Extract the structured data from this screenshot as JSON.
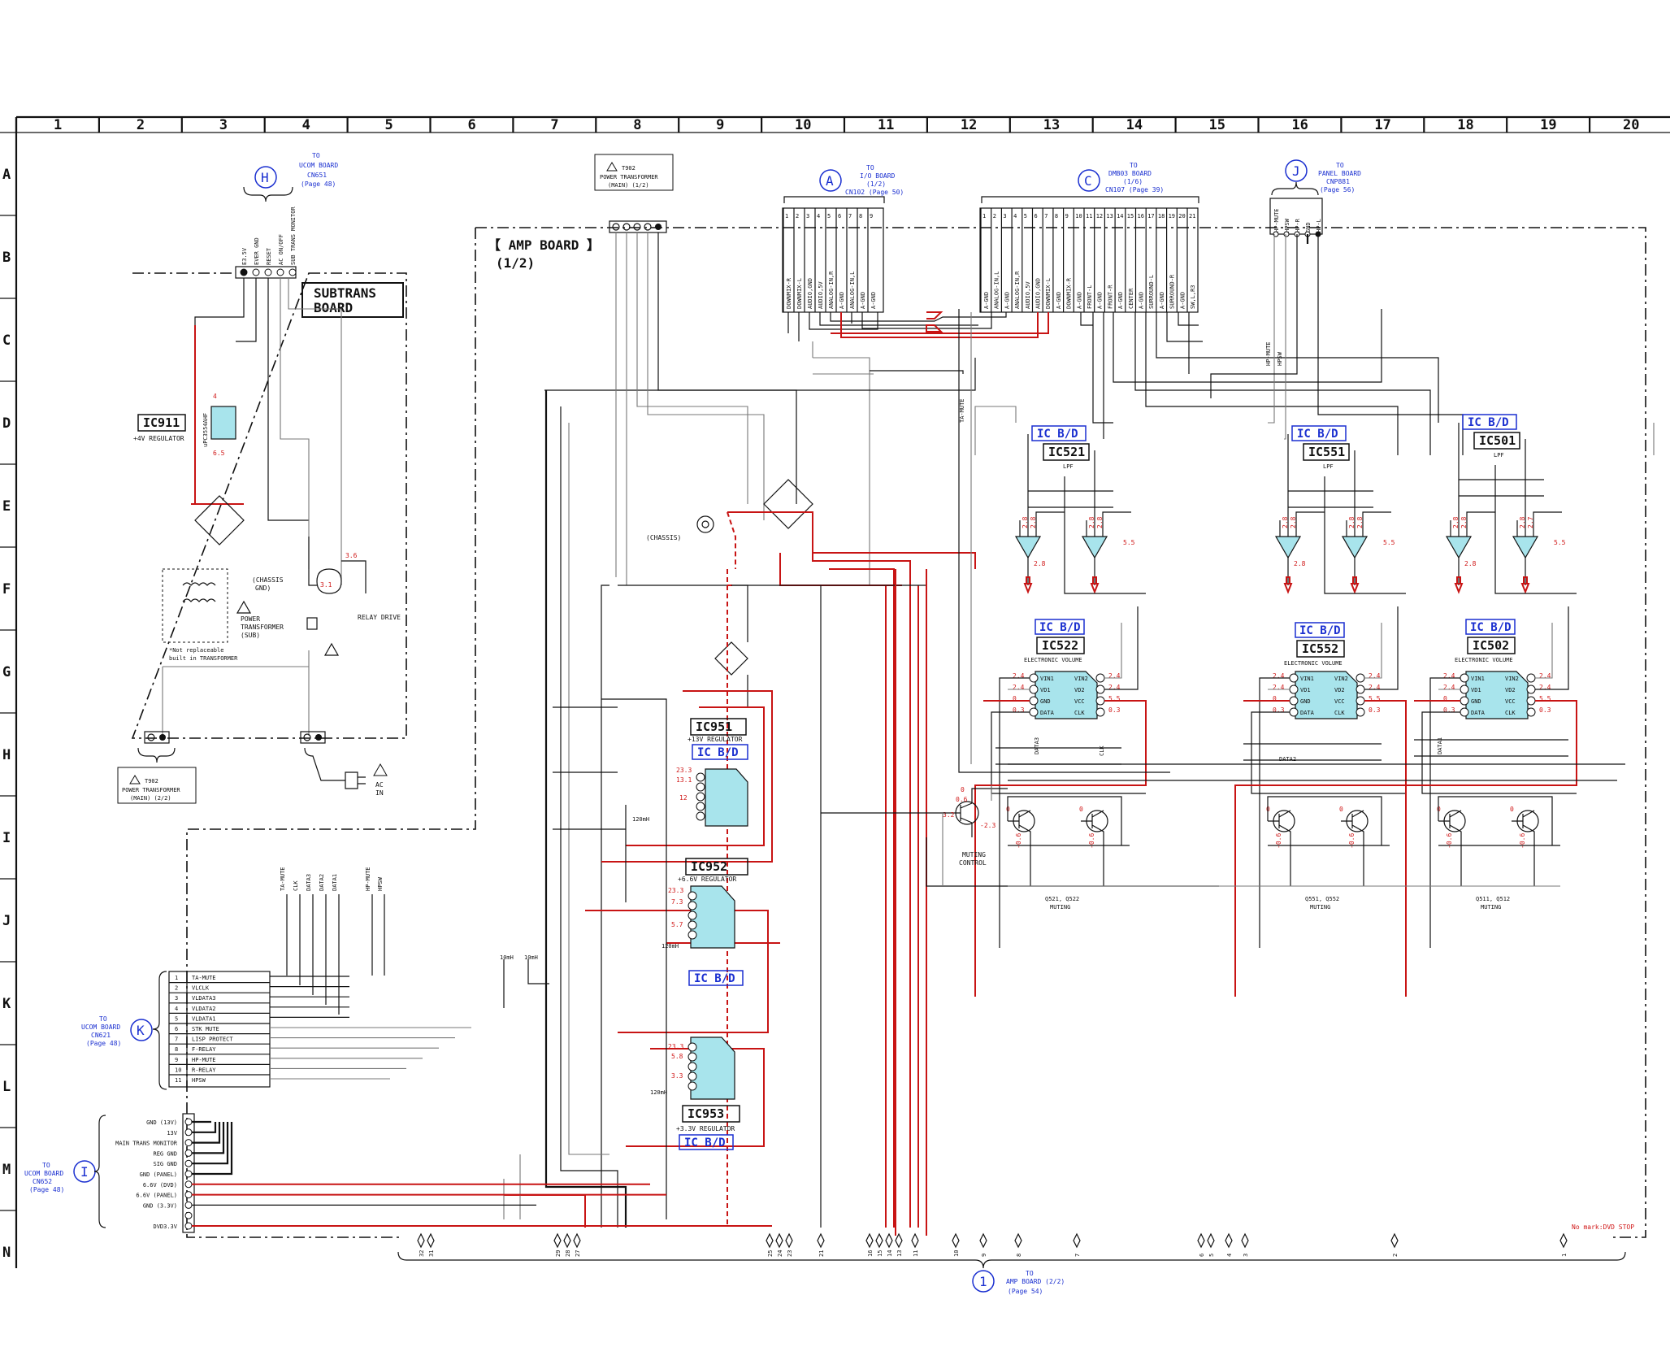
{
  "grid": {
    "columns": [
      "1",
      "2",
      "3",
      "4",
      "5",
      "6",
      "7",
      "8",
      "9",
      "10",
      "11",
      "12",
      "13",
      "14",
      "15",
      "16",
      "17",
      "18",
      "19",
      "20"
    ],
    "rows": [
      "A",
      "B",
      "C",
      "D",
      "E",
      "F",
      "G",
      "H",
      "I",
      "J",
      "K",
      "L",
      "M",
      "N"
    ]
  },
  "boards": {
    "amp": {
      "title": "【 AMP BOARD 】",
      "subtitle": "(1/2)"
    },
    "subtrans": {
      "line1": "SUBTRANS",
      "line2": "BOARD"
    }
  },
  "connectors": {
    "H": {
      "letter": "H",
      "to": "TO",
      "board": "UCOM BOARD",
      "cn": "CN651",
      "page": "(Page 48)"
    },
    "A": {
      "letter": "A",
      "to": "TO",
      "board": "I/O BOARD",
      "part": "(1/2)",
      "cn": "CN102  (Page 50)"
    },
    "C": {
      "letter": "C",
      "to": "TO",
      "board": "DMB03 BOARD",
      "part": "(1/6)",
      "cn": "CN107  (Page 39)"
    },
    "J": {
      "letter": "J",
      "to": "TO",
      "board": "PANEL BOARD",
      "cn": "CNP881",
      "page": "(Page 56)"
    },
    "K": {
      "letter": "K",
      "to": "TO",
      "board": "UCOM BOARD",
      "cn": "CN621",
      "page": "(Page 48)"
    },
    "I": {
      "letter": "I",
      "to": "TO",
      "board": "UCOM BOARD",
      "cn": "CN652",
      "page": "(Page 48)"
    },
    "one": {
      "letter": "1",
      "to": "TO",
      "board": "AMP BOARD (2/2)",
      "page": "(Page 54)"
    }
  },
  "t902_top": {
    "name": "T902",
    "line1": "POWER TRANSFORMER",
    "line2": "(MAIN)  (1/2)"
  },
  "t902_bot": {
    "name": "T902",
    "line1": "POWER TRANSFORMER",
    "line2": "(MAIN)  (2/2)"
  },
  "cn_a_pins": [
    "DOWNMIX-R",
    "DOWNMIX-L",
    "AUDIO,GND",
    "AUDIO,5V",
    "ANALOG-IN,R",
    "A-GND",
    "ANALOG-IN,L",
    "A-GND",
    "A-GND"
  ],
  "cn_c_pins": [
    "A-GND",
    "ANALOG-IN,L",
    "A-GND",
    "ANALOG-IN,R",
    "AUDIO,5V",
    "AUDIO,GND",
    "DOWNMIX-L",
    "A-GND",
    "DOWNMIX-R",
    "A-GND",
    "FRONT-L",
    "A-GND",
    "FRONT-R",
    "A-GND",
    "CENTER",
    "A-GND",
    "SURROUND-L",
    "A-GND",
    "SURROUND-R",
    "A-GND",
    "SW,L,R3"
  ],
  "cn_j_pins": [
    "HP-MUTE",
    "HPSW",
    "HP-R",
    "GND",
    "HP-L"
  ],
  "cn_h_pins": [
    "E3.5V",
    "EVER GND",
    "RESET",
    "AC ON/OFF",
    "SUB TRANS MONITOR"
  ],
  "cn_k_pins": [
    {
      "n": "1",
      "label": "TA-MUTE"
    },
    {
      "n": "2",
      "label": "VLCLK"
    },
    {
      "n": "3",
      "label": "VLDATA3"
    },
    {
      "n": "4",
      "label": "VLDATA2"
    },
    {
      "n": "5",
      "label": "VLDATA1"
    },
    {
      "n": "6",
      "label": "STK MUTE"
    },
    {
      "n": "7",
      "label": "LISP PROTECT"
    },
    {
      "n": "8",
      "label": "F-RELAY"
    },
    {
      "n": "9",
      "label": "HP-MUTE"
    },
    {
      "n": "10",
      "label": "R-RELAY"
    },
    {
      "n": "11",
      "label": "HPSW"
    }
  ],
  "cn_i_pins": [
    "GND (13V)",
    "13V",
    "MAIN TRANS MONITOR",
    "REG GND",
    "SIG GND",
    "GND (PANEL)",
    "6.6V (DVD)",
    "6.6V (PANEL)",
    "GND (3.3V)",
    "",
    "DVD3.3V"
  ],
  "k_vertical_labels": [
    "TA-MUTE",
    "CLK",
    "DATA3",
    "DATA2",
    "DATA1",
    "HP-MUTE",
    "HPSW"
  ],
  "ics": {
    "ic911": {
      "name": "IC911",
      "desc": "+4V REGULATOR"
    },
    "ic951": {
      "name": "IC951",
      "desc": "+13V REGULATOR",
      "bd": "IC B/D"
    },
    "ic952": {
      "name": "IC952",
      "desc": "+6.6V REGULATOR",
      "bd": "IC B/D"
    },
    "ic953": {
      "name": "IC953",
      "desc": "+3.3V REGULATOR",
      "bd": "IC B/D"
    },
    "ic521": {
      "name": "IC521",
      "desc": "LPF",
      "bd": "IC B/D"
    },
    "ic551": {
      "name": "IC551",
      "desc": "LPF",
      "bd": "IC B/D"
    },
    "ic501": {
      "name": "IC501",
      "desc": "LPF",
      "bd": "IC B/D"
    },
    "ic522": {
      "name": "IC522",
      "desc": "ELECTRONIC VOLUME",
      "bd": "IC B/D"
    },
    "ic552": {
      "name": "IC552",
      "desc": "ELECTRONIC VOLUME",
      "bd": "IC B/D"
    },
    "ic502": {
      "name": "IC502",
      "desc": "ELECTRONIC VOLUME",
      "bd": "IC B/D"
    }
  },
  "vol_pins": {
    "left": [
      "VIN1",
      "VD1",
      "GND",
      "DATA"
    ],
    "right": [
      "VIN2",
      "VD2",
      "VCC",
      "CLK"
    ]
  },
  "labels": {
    "relay_drive": "RELAY DRIVE",
    "power_trans_sub": [
      "POWER",
      "TRANSFORMER",
      "(SUB)"
    ],
    "not_replaceable": [
      "*Not replaceable",
      "built in TRANSFORMER"
    ],
    "chassis": "(CHASSIS)",
    "chassis_gnd": [
      "(CHASSIS",
      "GND)"
    ],
    "muting_control": [
      "MUTING",
      "CONTROL"
    ],
    "muting_521": [
      "Q521, Q522",
      "MUTING"
    ],
    "muting_551": [
      "Q551, Q552",
      "MUTING"
    ],
    "muting_511": [
      "Q511, Q512",
      "MUTING"
    ],
    "ac_in": [
      "AC",
      "IN"
    ],
    "note": "No mark:DVD STOP",
    "ta_mute": "TA-MUTE",
    "hp_mute": "HP-MUTE",
    "hpsw": "HPSW",
    "data3": "DATA3",
    "data2": "DATA2",
    "data1": "DATA1",
    "clk": "CLK",
    "ind_120": "120mH",
    "ind_10a": "10mH",
    "ind_10b": "10mH",
    "ic911_part": "uPC3554AHF"
  },
  "voltages": {
    "ic951": [
      "23.3",
      "13.1",
      "12"
    ],
    "ic952": [
      "23.3",
      "7.3",
      "5.7"
    ],
    "ic953": [
      "23.3",
      "5.8",
      "3.3"
    ],
    "lpf_521": [
      "2.8",
      "2.8",
      "2.8",
      "2.8",
      "2.8",
      "5.5"
    ],
    "lpf_551": [
      "2.8",
      "2.8",
      "2.8",
      "2.8",
      "2.8",
      "5.5"
    ],
    "lpf_501": [
      "2.8",
      "2.8",
      "2.8",
      "2.7",
      "2.8",
      "5.5"
    ],
    "vol": [
      "2.4",
      "2.4",
      "0",
      "0.3",
      "2.4",
      "2.4",
      "5.5",
      "0.3"
    ],
    "relay": [
      "3.1",
      "3.6"
    ],
    "mute_q": [
      "0",
      "0.6",
      "3.2",
      "-2.3"
    ],
    "mute_pair": [
      "0",
      "0",
      "-0.6",
      "-0.6"
    ],
    "ic911": [
      "4",
      "6.5"
    ]
  },
  "bottom_pins": [
    "32",
    "31",
    "29",
    "28",
    "27",
    "25",
    "24",
    "23",
    "21",
    "16",
    "15",
    "14",
    "13",
    "11",
    "10",
    "9",
    "8",
    "7",
    "6",
    "5",
    "4",
    "3",
    "2",
    "1"
  ],
  "colors": {
    "wire": "#111111",
    "hot": "#c81414",
    "annotation": "#1a2fd0",
    "ic_fill": "#a8e4ec"
  }
}
